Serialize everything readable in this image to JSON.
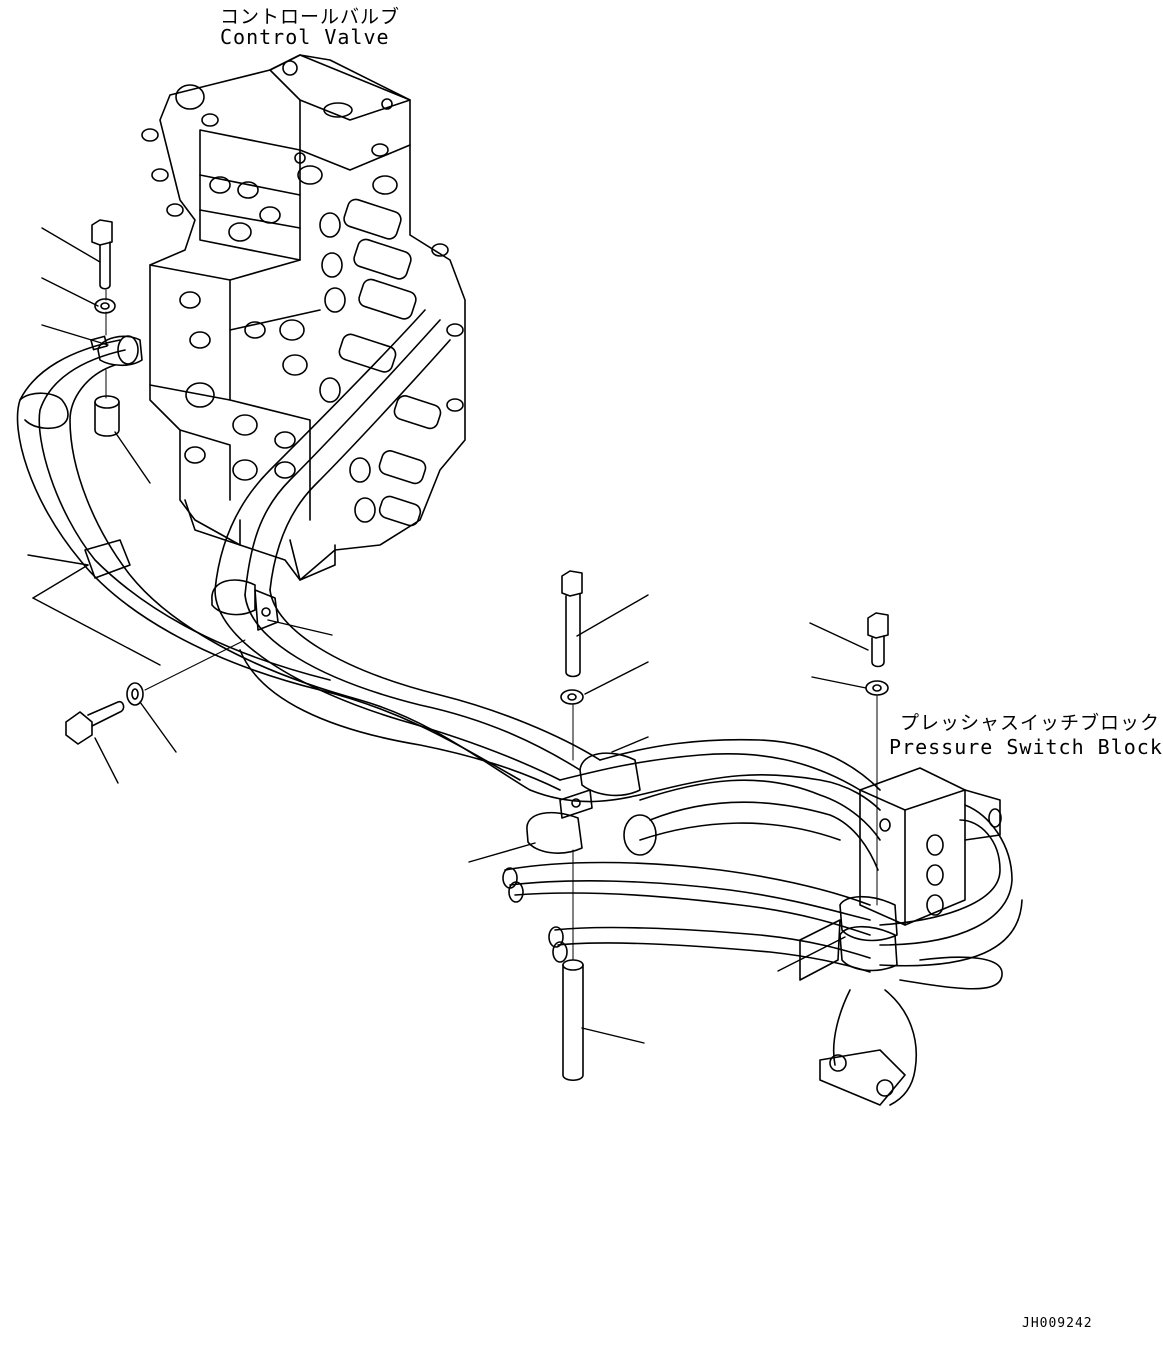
{
  "labels": {
    "control_valve_jp": "コントロールバルブ",
    "control_valve_en": "Control Valve",
    "pressure_switch_block_jp": "プレッシャスイッチブロック",
    "pressure_switch_block_en": "Pressure Switch Block"
  },
  "drawing_number": "JH009242"
}
